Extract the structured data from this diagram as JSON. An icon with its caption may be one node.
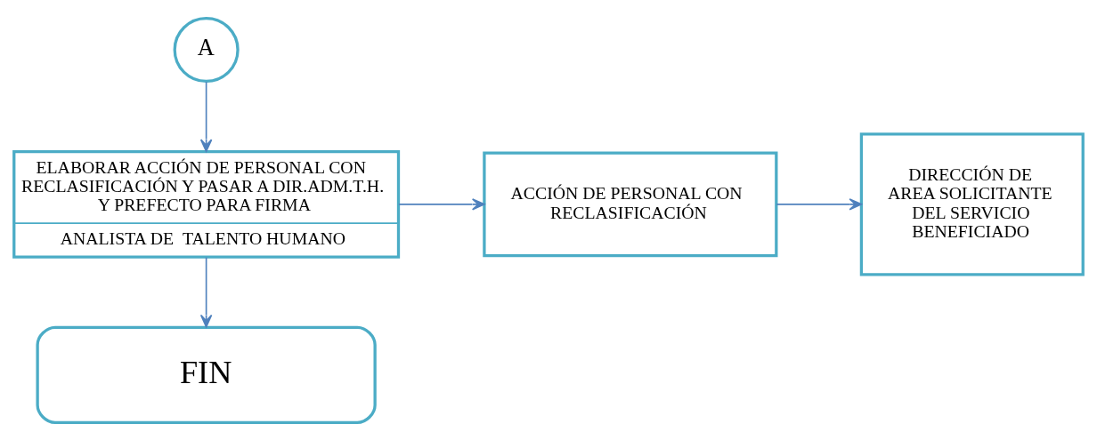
{
  "diagram": {
    "nodes": [
      {
        "text": [
          "A"
        ]
      },
      {
        "text": [
          "ELABORAR ACCIÓN DE PERSONAL CON RECLASIFICACIÓN Y PASAR A DIR.ADM.T.H. Y PREFECTO PARA FIRMA",
          "ANALISTA DE  TALENTO HUMANO"
        ]
      },
      {
        "text": [
          "ACCIÓN DE PERSONAL CON RECLASIFICACIÓN"
        ]
      },
      {
        "text": [
          "DIRECCIÓN DE AREA SOLICITANTE DEL SERVICIO BENEFICIADO"
        ]
      },
      {
        "text": [
          "FIN"
        ]
      }
    ],
    "edges": [
      {
        "from": 0,
        "to": 1,
        "arrow": "to"
      },
      {
        "from": 1,
        "to": 2,
        "arrow": "to"
      },
      {
        "from": 2,
        "to": 3,
        "arrow": "to"
      },
      {
        "from": 1,
        "to": 4,
        "arrow": "to"
      }
    ]
  }
}
